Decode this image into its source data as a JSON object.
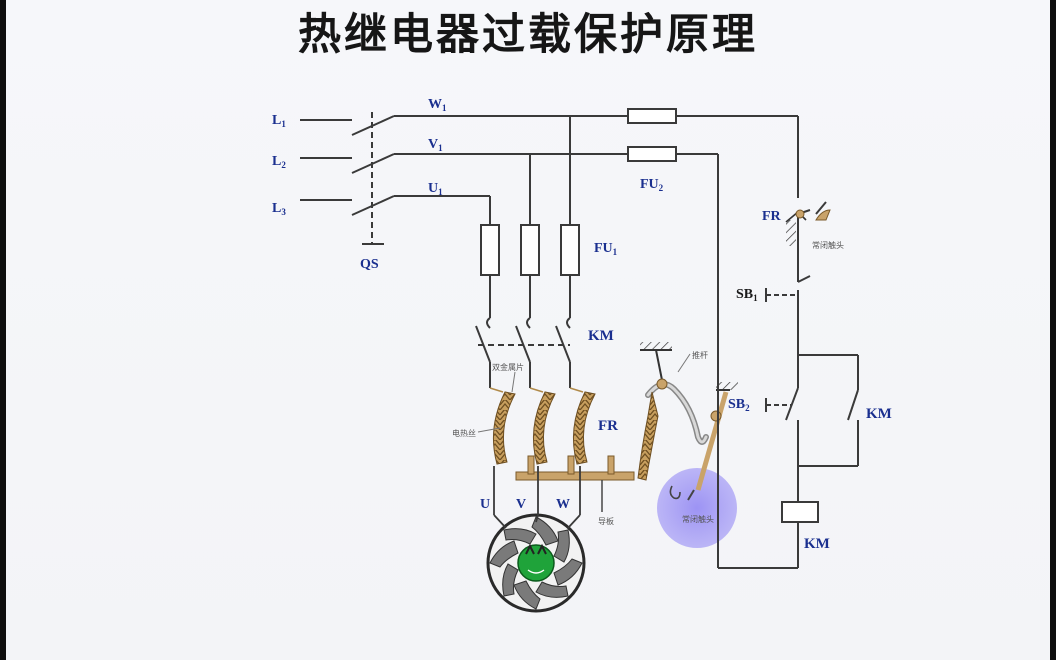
{
  "title": "热继电器过载保护原理",
  "labels": {
    "L1": "L",
    "L2": "L",
    "L3": "L",
    "L1_sub": "1",
    "L2_sub": "2",
    "L3_sub": "3",
    "W1": "W",
    "V1": "V",
    "U1": "U",
    "W1_sub": "1",
    "V1_sub": "1",
    "U1_sub": "1",
    "QS": "QS",
    "FU1": "FU",
    "FU1_sub": "1",
    "FU2": "FU",
    "FU2_sub": "2",
    "KM_main": "KM",
    "FR_main": "FR",
    "FR_ctrl": "FR",
    "SB1": "SB",
    "SB1_sub": "1",
    "SB2": "SB",
    "SB2_sub": "2",
    "KM_aux": "KM",
    "KM_coil": "KM",
    "U": "U",
    "V": "V",
    "W": "W"
  },
  "notes": {
    "bimetal": "双金属片",
    "heater": "电热丝",
    "push_rod": "推杆",
    "guide_plate": "导板",
    "nc_contact_ctrl": "常闭触头",
    "nc_contact_mech": "常闭触头"
  },
  "colors": {
    "wire": "#3a3a3a",
    "label_blue": "#1a2f8f",
    "bimetal": "#b08a4a",
    "guide": "#c9a36a",
    "highlight": "#9b8ff0",
    "motor_rotor": "#1fa33a"
  }
}
